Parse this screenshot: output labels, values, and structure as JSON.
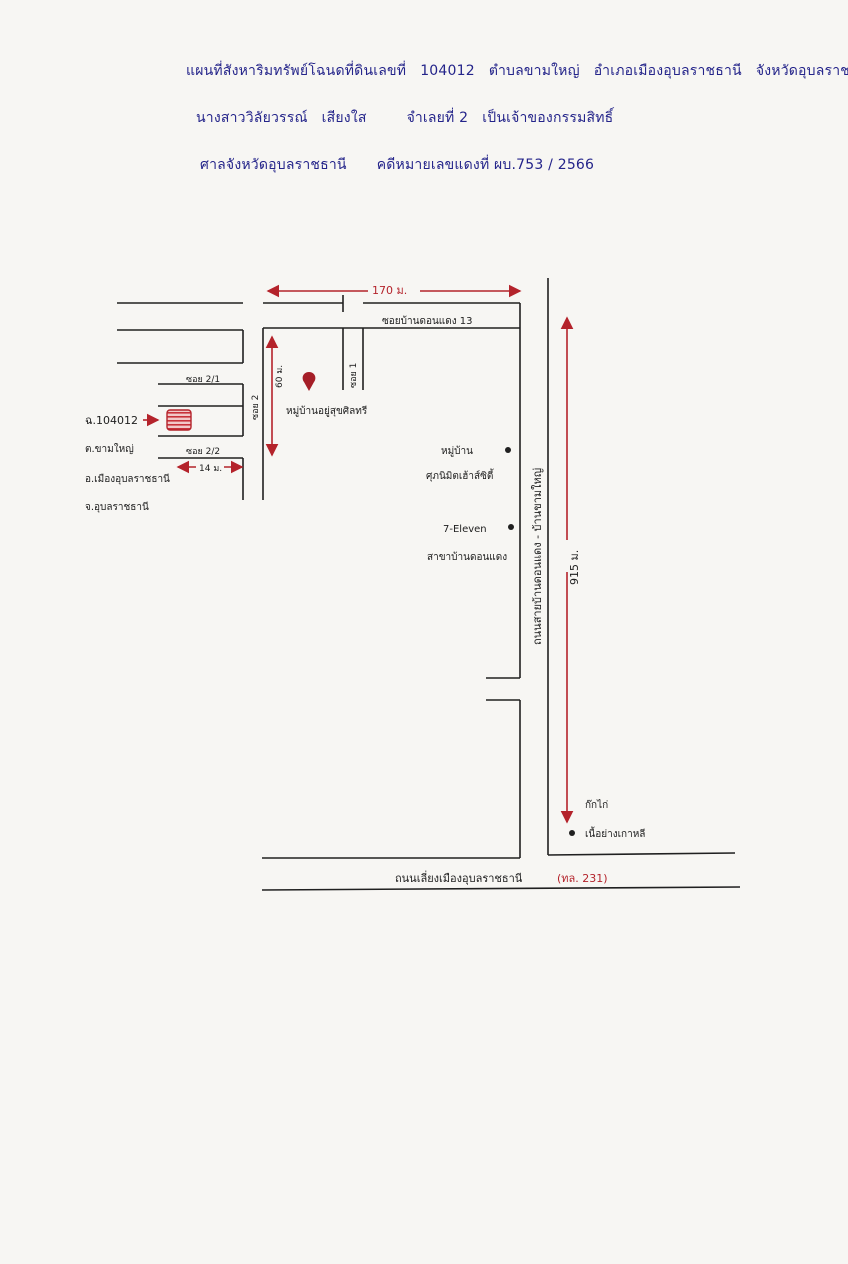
{
  "header": {
    "line1": [
      "แผนที่สังหาริมทรัพย์โฉนดที่ดินเลขที่",
      "104012",
      "ตำบลขามใหญ่",
      "อำเภอเมืองอุบลราชธานี",
      "จังหวัดอุบลราชธานี"
    ],
    "line2": [
      "นางสาววิลัยวรรณ์",
      "เสียงใส",
      "จำเลยที่ 2",
      "เป็นเจ้าของกรรมสิทธิ์"
    ],
    "line3": [
      "ศาลจังหวัดอุบลราชธานี",
      "คดีหมายเลขแดงที่ ผบ.753 / 2566"
    ]
  },
  "map": {
    "dist_top": "170 ม.",
    "soi_top": "ซอยบ้านดอนแดง 13",
    "soi1": "ซอย 1",
    "soi2": "ซอย 2",
    "dist_soi2": "60 ม.",
    "soi2_1": "ซอย 2/1",
    "soi2_2": "ซอย 2/2",
    "dist_small": "14 ม.",
    "parcel_label": "ฉ.104012",
    "parcel_sub": [
      "ต.ขามใหญ่",
      "อ.เมืองอุบลราชธานี",
      "จ.อุบลราชธานี"
    ],
    "village_pin": "หมู่บ้านอยู่สุขศิลทรี",
    "landmark1": [
      "หมู่บ้าน",
      "ศุภนิมิตเฮ้าส์ซิตี้"
    ],
    "landmark2": [
      "7-Eleven",
      "สาขาบ้านดอนแดง"
    ],
    "main_road": "ถนนสายบ้านดอนแดง - บ้านขามใหญ่",
    "dist_main": "915 ม.",
    "landmark3": [
      "ก๊กไก่",
      "เนื้อย่างเกาหลี"
    ],
    "bottom_road": "ถนนเลี่ยงเมืองอุบลราชธานี",
    "bottom_road_code": "(ทล. 231)"
  },
  "colors": {
    "ink": "#202020",
    "blue_ink": "#24248a",
    "red_ink": "#b4232b"
  }
}
